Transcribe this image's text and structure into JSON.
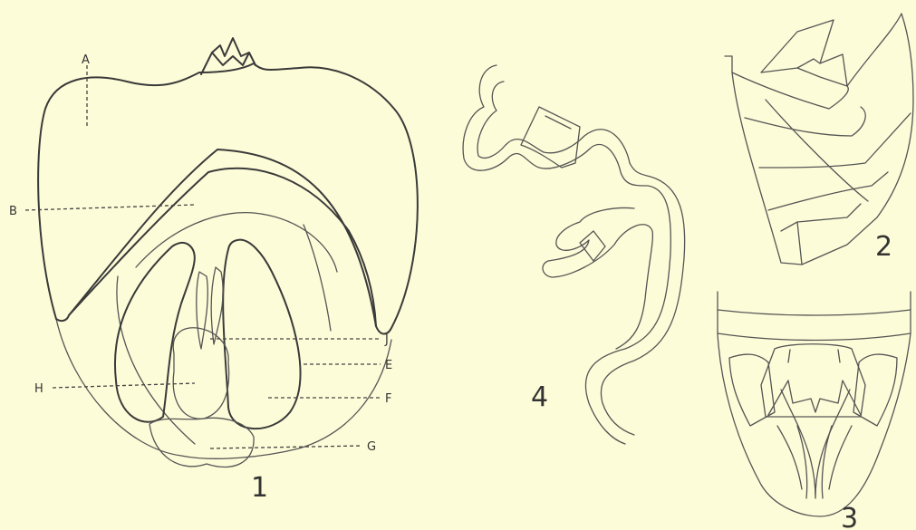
{
  "figures": [
    {
      "number": "1",
      "labels": [
        "A",
        "B",
        "J",
        "E",
        "H",
        "F",
        "G"
      ]
    },
    {
      "number": "2"
    },
    {
      "number": "3"
    },
    {
      "number": "4"
    }
  ],
  "colors": {
    "background": "#fdfcd8",
    "ink": "#3a3a3a"
  }
}
